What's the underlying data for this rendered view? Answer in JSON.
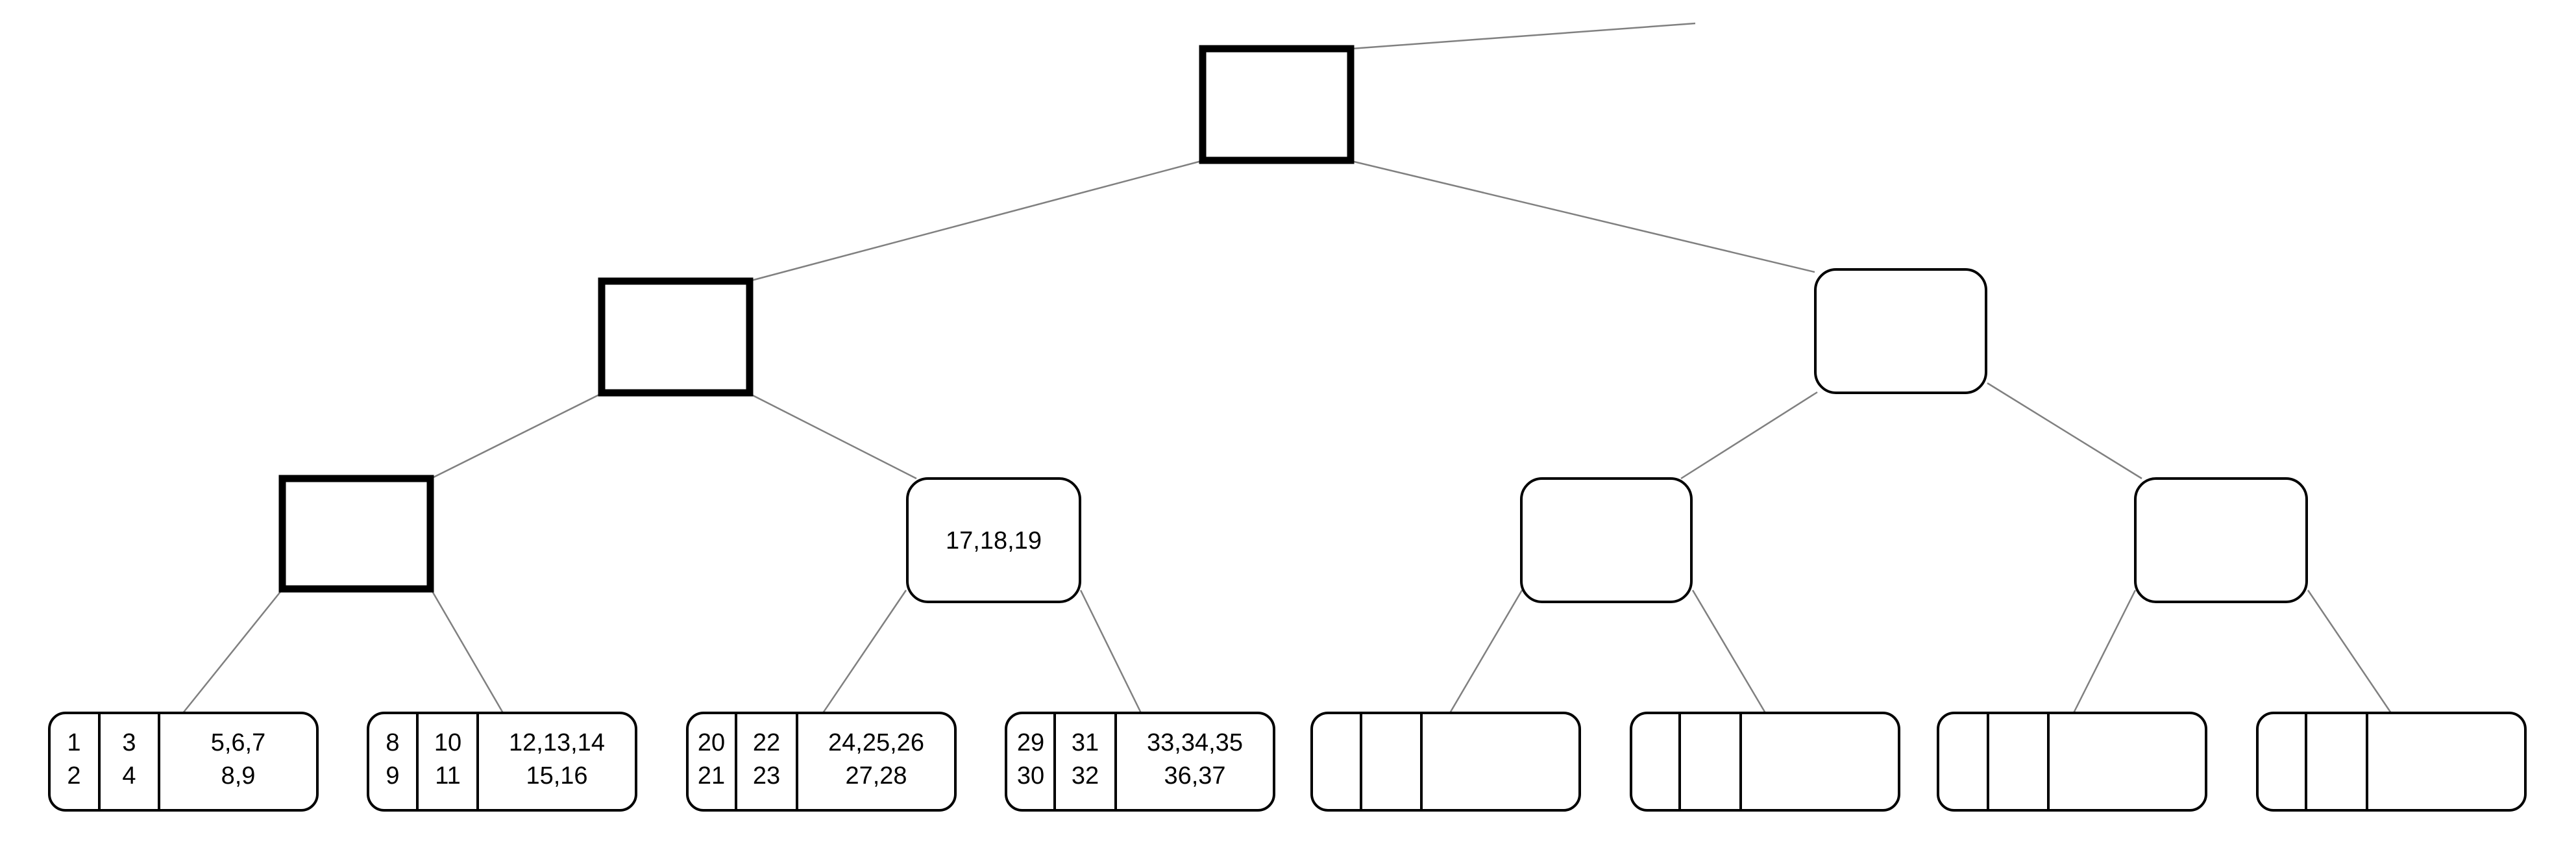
{
  "colors": {
    "stroke": "#000000",
    "edge": "#808080",
    "background": "#ffffff"
  },
  "nodes": {
    "root": {
      "label": ""
    },
    "level1_left": {
      "label": ""
    },
    "level1_right": {
      "label": ""
    },
    "level2_1": {
      "label": ""
    },
    "level2_2": {
      "label": "17,18,19"
    },
    "level2_3": {
      "label": ""
    },
    "level2_4": {
      "label": ""
    }
  },
  "leaves": [
    {
      "col1": [
        "1",
        "2"
      ],
      "col2": [
        "3",
        "4"
      ],
      "col3": [
        "5,6,7",
        "8,9"
      ]
    },
    {
      "col1": [
        "8",
        "9"
      ],
      "col2": [
        "10",
        "11"
      ],
      "col3": [
        "12,13,14",
        "15,16"
      ]
    },
    {
      "col1": [
        "20",
        "21"
      ],
      "col2": [
        "22",
        "23"
      ],
      "col3": [
        "24,25,26",
        "27,28"
      ]
    },
    {
      "col1": [
        "29",
        "30"
      ],
      "col2": [
        "31",
        "32"
      ],
      "col3": [
        "33,34,35",
        "36,37"
      ]
    },
    {
      "col1": [
        "",
        ""
      ],
      "col2": [
        "",
        ""
      ],
      "col3": [
        "",
        ""
      ]
    },
    {
      "col1": [
        "",
        ""
      ],
      "col2": [
        "",
        ""
      ],
      "col3": [
        "",
        ""
      ]
    },
    {
      "col1": [
        "",
        ""
      ],
      "col2": [
        "",
        ""
      ],
      "col3": [
        "",
        ""
      ]
    },
    {
      "col1": [
        "",
        ""
      ],
      "col2": [
        "",
        ""
      ],
      "col3": [
        "",
        ""
      ]
    }
  ]
}
